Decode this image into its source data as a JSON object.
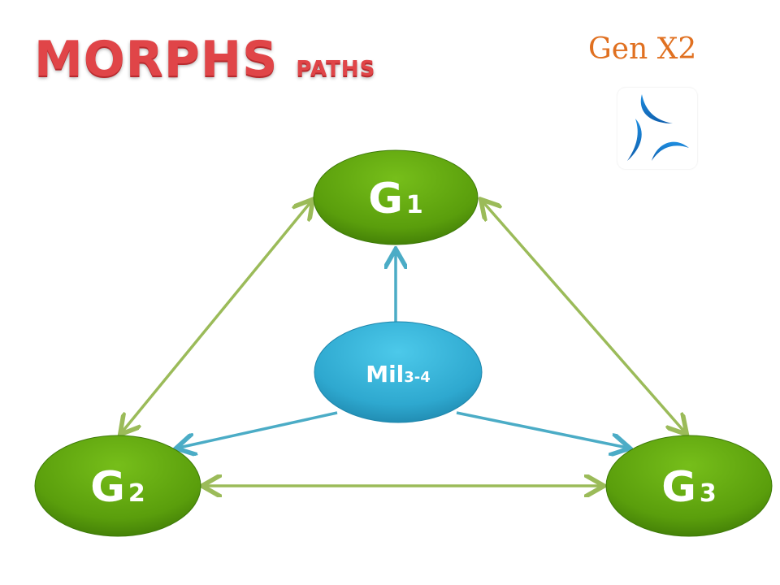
{
  "title": {
    "main": "MORPHS",
    "sub": "PATHS"
  },
  "tag": "Gen X2",
  "logo": {
    "icon": "triskelion-logo-icon",
    "color": "#1673c8"
  },
  "nodes": {
    "g1": {
      "letter": "G",
      "sub": "1"
    },
    "g2": {
      "letter": "G",
      "sub": "2"
    },
    "g3": {
      "letter": "G",
      "sub": "3"
    },
    "mil": {
      "letter": "Mil",
      "sub": "3-4"
    }
  },
  "edges": [
    {
      "from": "G1",
      "to": "G2",
      "type": "bidirectional"
    },
    {
      "from": "G1",
      "to": "G3",
      "type": "bidirectional"
    },
    {
      "from": "G2",
      "to": "G3",
      "type": "bidirectional"
    },
    {
      "from": "Mil3-4",
      "to": "G1",
      "type": "directed"
    },
    {
      "from": "Mil3-4",
      "to": "G2",
      "type": "directed"
    },
    {
      "from": "Mil3-4",
      "to": "G3",
      "type": "directed"
    }
  ],
  "colors": {
    "green_node": "#5fa30e",
    "blue_node": "#33b5d8",
    "green_arrow": "#9bbb59",
    "blue_arrow": "#4bacc6",
    "title": "#e04548",
    "tag": "#e07020"
  }
}
